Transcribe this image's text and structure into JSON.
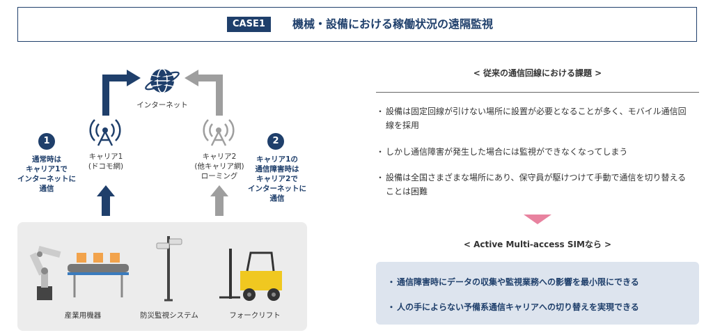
{
  "header": {
    "badge": "CASE1",
    "title": "機械・設備における稼働状況の遠隔監視"
  },
  "diagram": {
    "internet_label": "インターネット",
    "step1_number": "1",
    "step1_text": [
      "通常時は",
      "キャリア1で",
      "インターネットに",
      "通信"
    ],
    "carrier1_label": [
      "キャリア1",
      "(ドコモ網)"
    ],
    "carrier2_label": [
      "キャリア2",
      "(他キャリア網)",
      "ローミング"
    ],
    "step2_number": "2",
    "step2_text": [
      "キャリア1の",
      "通信障害時は",
      "キャリア2で",
      "インターネットに",
      "通信"
    ],
    "equipment": [
      "産業用機器",
      "防災監視システム",
      "フォークリフト"
    ],
    "colors": {
      "primary": "#1f3f6b",
      "inactive": "#9e9e9e",
      "panel": "#ececec"
    }
  },
  "issues": {
    "title": "< 従来の通信回線における課題 >",
    "bullets": [
      "設備は固定回線が引けない場所に設置が必要となることが多く、モバイル通信回線を採用",
      "しかし通信障害が発生した場合には監視ができなくなってしまう",
      "設備は全国さまざまな場所にあり、保守員が駆けつけて手動で通信を切り替えることは困難"
    ]
  },
  "solution": {
    "title": "< Active Multi-access SIMなら >",
    "benefits": [
      "通信障害時にデータの収集や監視業務への影響を最小限にできる",
      "人の手によらない予備系通信キャリアへの切り替えを実現できる"
    ],
    "accent": "#e8829f",
    "box_color": "#dde4ee"
  }
}
